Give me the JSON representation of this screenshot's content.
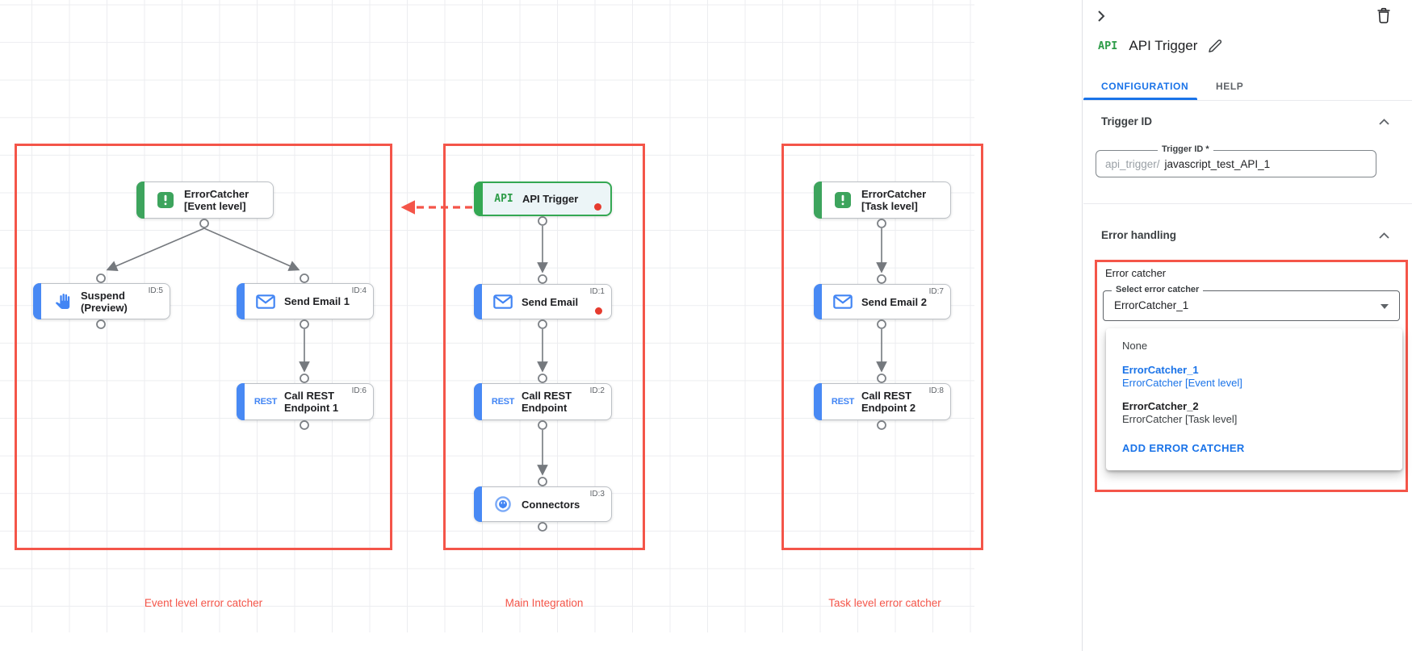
{
  "colors": {
    "annotation_red": "#f45549",
    "green": "#34a853",
    "blue": "#4285f4",
    "link_blue": "#1a73e8"
  },
  "canvas": {
    "rest_icon_text": "REST",
    "groups": [
      {
        "label": "Event level error catcher"
      },
      {
        "label": "Main Integration"
      },
      {
        "label": "Task level error catcher"
      }
    ],
    "nodes": {
      "error_catcher_event": {
        "line1": "ErrorCatcher",
        "line2": "[Event level]"
      },
      "suspend": {
        "line1": "Suspend",
        "line2": "(Preview)",
        "id_label": "ID:5"
      },
      "send_email_1": {
        "line1": "Send Email 1",
        "id_label": "ID:4"
      },
      "call_rest_1": {
        "line1": "Call REST",
        "line2": "Endpoint 1",
        "id_label": "ID:6"
      },
      "api_trigger": {
        "line1": "API Trigger",
        "icon_text": "API"
      },
      "send_email": {
        "line1": "Send Email",
        "id_label": "ID:1"
      },
      "call_rest": {
        "line1": "Call REST",
        "line2": "Endpoint",
        "id_label": "ID:2"
      },
      "connectors": {
        "line1": "Connectors",
        "id_label": "ID:3"
      },
      "error_catcher_task": {
        "line1": "ErrorCatcher",
        "line2": "[Task level]"
      },
      "send_email_2": {
        "line1": "Send Email 2",
        "id_label": "ID:7"
      },
      "call_rest_2": {
        "line1": "Call REST",
        "line2": "Endpoint 2",
        "id_label": "ID:8"
      }
    }
  },
  "panel": {
    "title": "API Trigger",
    "title_icon_text": "API",
    "tabs": [
      {
        "label": "CONFIGURATION"
      },
      {
        "label": "HELP"
      }
    ],
    "trigger_id": {
      "heading": "Trigger ID",
      "field_label": "Trigger ID *",
      "prefix": "api_trigger/",
      "value": "javascript_test_API_1"
    },
    "error_handling": {
      "heading": "Error handling",
      "group_label": "Error catcher",
      "select_label": "Select error catcher",
      "select_value": "ErrorCatcher_1",
      "menu": {
        "none": "None",
        "ec1_name": "ErrorCatcher_1",
        "ec1_desc": "ErrorCatcher [Event level]",
        "ec2_name": "ErrorCatcher_2",
        "ec2_desc": "ErrorCatcher [Task level]",
        "add": "ADD ERROR CATCHER"
      }
    }
  }
}
